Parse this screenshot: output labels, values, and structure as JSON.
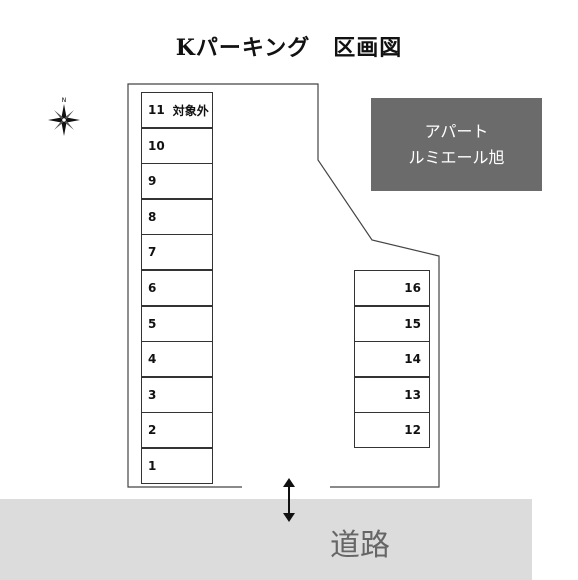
{
  "title": "Kパーキング　区画図",
  "compass": {
    "north_label": "N"
  },
  "building": {
    "line1": "アパート",
    "line2": "ルミエール旭"
  },
  "left_slots": [
    {
      "number": "11",
      "note": "対象外"
    },
    {
      "number": "10",
      "note": ""
    },
    {
      "number": "9",
      "note": ""
    },
    {
      "number": "8",
      "note": ""
    },
    {
      "number": "7",
      "note": ""
    },
    {
      "number": "6",
      "note": ""
    },
    {
      "number": "5",
      "note": ""
    },
    {
      "number": "4",
      "note": ""
    },
    {
      "number": "3",
      "note": ""
    },
    {
      "number": "2",
      "note": ""
    },
    {
      "number": "1",
      "note": ""
    }
  ],
  "right_slots": [
    {
      "number": "16"
    },
    {
      "number": "15"
    },
    {
      "number": "14"
    },
    {
      "number": "13"
    },
    {
      "number": "12"
    }
  ],
  "road": {
    "label": "道路"
  },
  "colors": {
    "building": "#6b6b6b",
    "road": "#dcdcdc"
  }
}
